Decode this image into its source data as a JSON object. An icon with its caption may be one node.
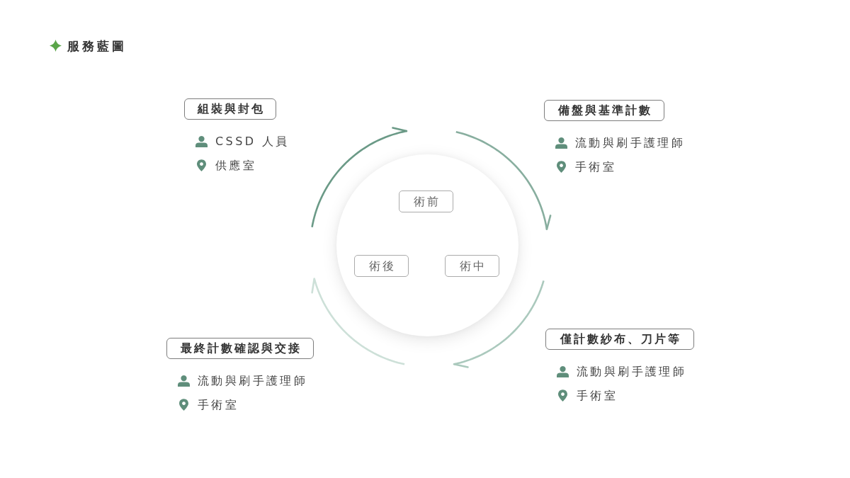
{
  "diagram": {
    "title": "服務藍圖",
    "nodes": [
      {
        "text": [
          "組裝與封包"
        ],
        "beside": [
          "CSSD 人員",
          "供應室"
        ]
      },
      {
        "text": [
          "備盤與基準計數"
        ],
        "beside": [
          "流動與刷手護理師",
          "手術室"
        ]
      },
      {
        "text": [],
        "shape": "circle"
      },
      {
        "text": [
          "術前"
        ],
        "in": 2
      },
      {
        "text": [
          "術後"
        ],
        "in": 2
      },
      {
        "text": [
          "術中"
        ],
        "in": 2
      },
      {
        "text": [
          "最終計數確認與交接"
        ],
        "beside": [
          "流動與刷手護理師",
          "手術室"
        ]
      },
      {
        "text": [
          "僅計數紗布、刀片等"
        ],
        "beside": [
          "流動與刷手護理師",
          "手術室"
        ]
      }
    ]
  }
}
